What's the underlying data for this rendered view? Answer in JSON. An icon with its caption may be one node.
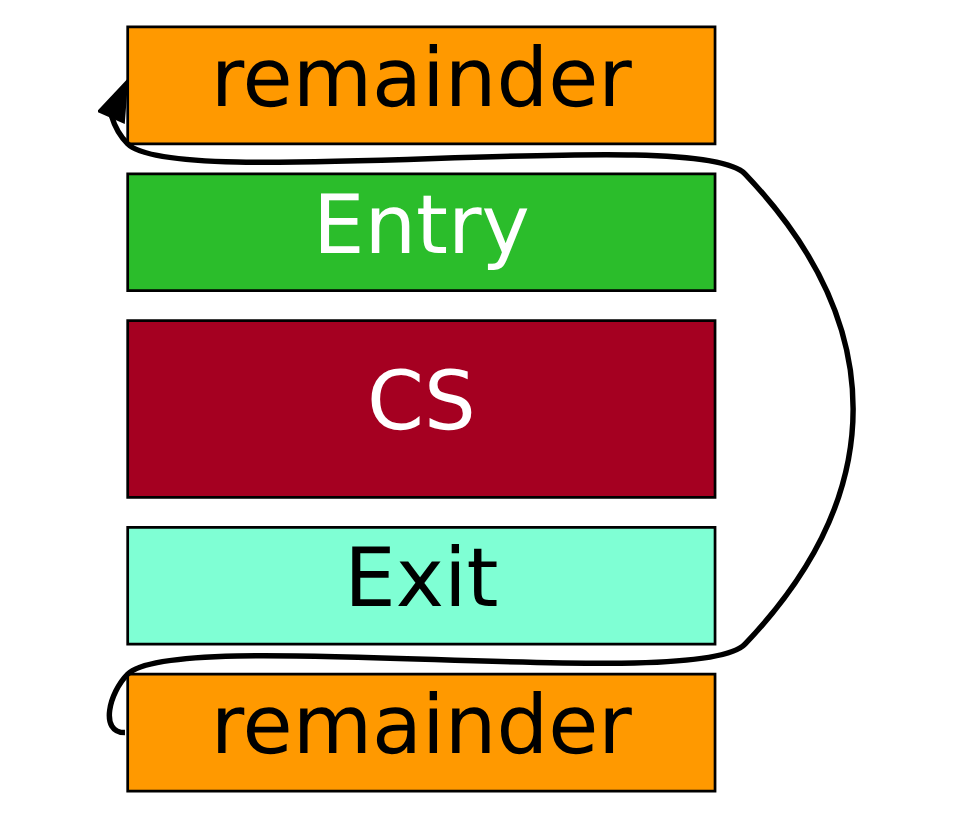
{
  "diagram": {
    "nodes": [
      {
        "text": [
          "remainder"
        ]
      },
      {
        "text": [
          "Entry"
        ]
      },
      {
        "text": [
          "CS"
        ]
      },
      {
        "text": [
          "Exit"
        ]
      },
      {
        "text": [
          "remainder"
        ]
      }
    ],
    "edges": [
      {
        "from": 4,
        "to": 0,
        "arrow": "to"
      }
    ]
  }
}
